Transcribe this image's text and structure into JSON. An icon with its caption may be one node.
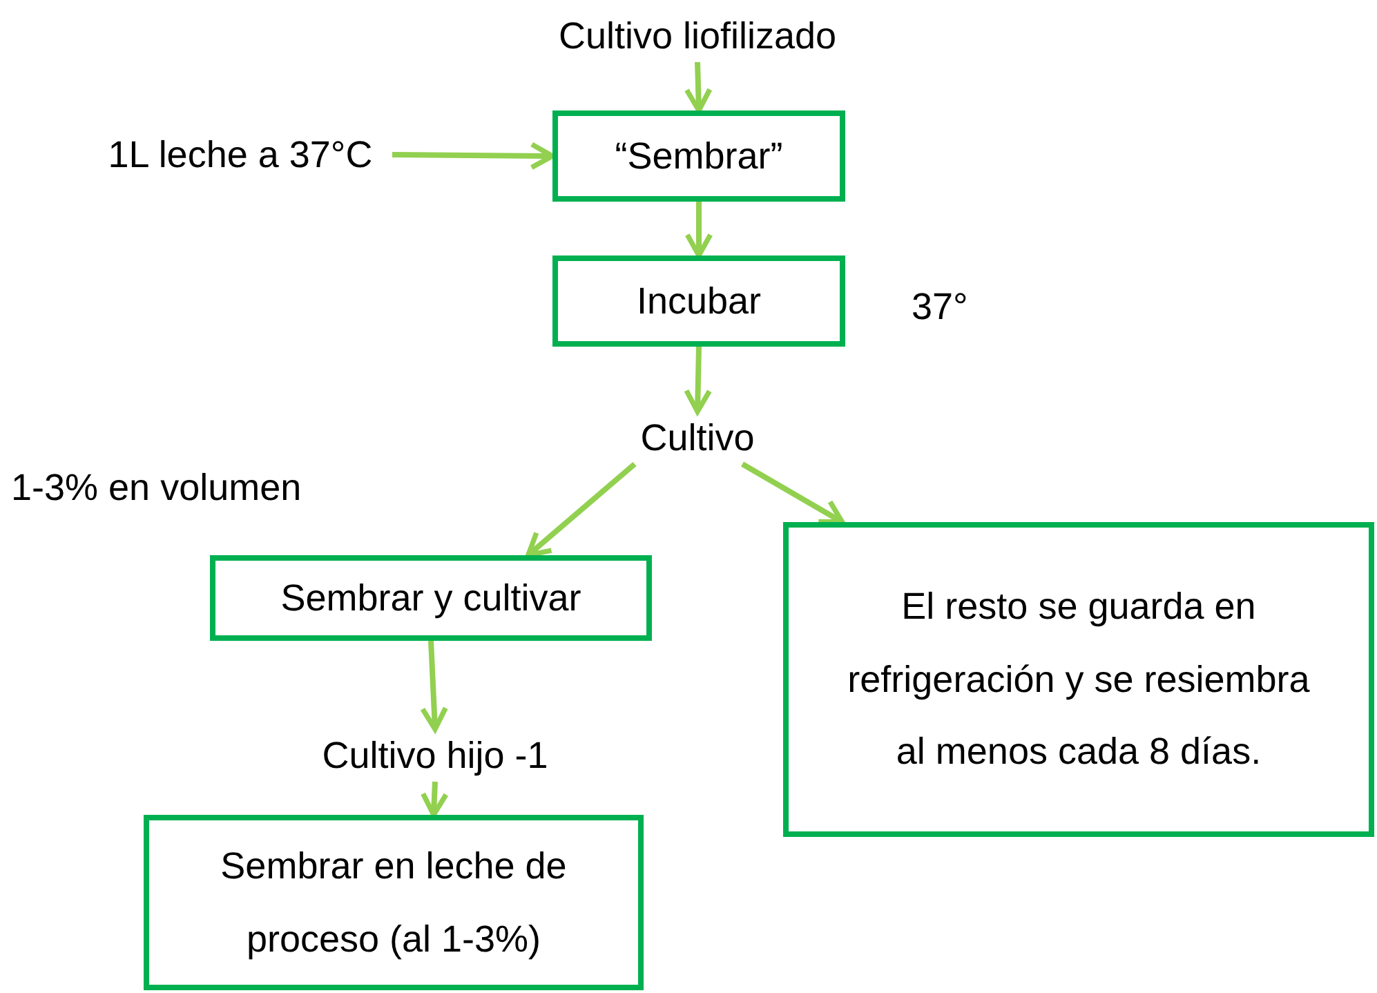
{
  "diagram": {
    "nodes": [
      {
        "text": [
          "Cultivo liofilizado"
        ]
      },
      {
        "text": [
          "1L leche a 37°C"
        ]
      },
      {
        "text": [
          "“Sembrar”"
        ]
      },
      {
        "text": [
          "Incubar"
        ],
        "beside": [
          "37°"
        ]
      },
      {
        "text": [
          "Cultivo"
        ]
      },
      {
        "text": [
          "Sembrar y cultivar"
        ]
      },
      {
        "text": [
          "El resto se guarda en refrigeración y se resiembra al menos cada 8 días."
        ]
      },
      {
        "text": [
          "Cultivo hijo -1"
        ]
      },
      {
        "text": [
          "Sembrar en leche de proceso (al 1-3%)"
        ]
      }
    ],
    "edges": [
      {
        "from": 0,
        "to": 2,
        "arrow": "to"
      },
      {
        "from": 1,
        "to": 2,
        "arrow": "to"
      },
      {
        "from": 2,
        "to": 3,
        "arrow": "to"
      },
      {
        "from": 3,
        "to": 4,
        "arrow": "to"
      },
      {
        "from": 4,
        "to": 5,
        "arrow": "to"
      },
      {
        "from": 4,
        "to": 6,
        "arrow": "to"
      },
      {
        "from": 5,
        "to": 7,
        "arrow": "to"
      },
      {
        "from": 7,
        "to": 8,
        "arrow": "to"
      }
    ],
    "labels": [
      "1-3% en volumen"
    ]
  }
}
